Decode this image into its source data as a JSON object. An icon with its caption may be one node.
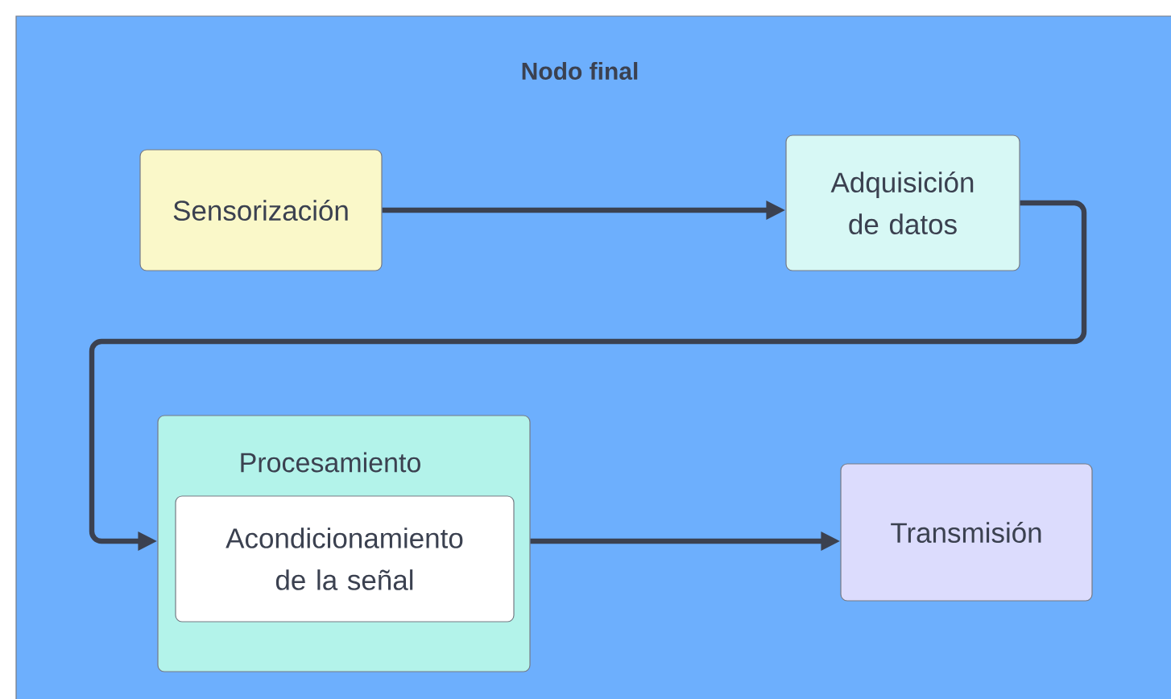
{
  "diagram": {
    "nodes": [
      {
        "text": [
          "Nodo final"
        ]
      },
      {
        "text": [
          "Sensorización"
        ],
        "in": 0
      },
      {
        "text": [
          "Adquisición de datos"
        ],
        "in": 0
      },
      {
        "text": [
          "Procesamiento"
        ],
        "in": 0
      },
      {
        "text": [
          "Acondicionamiento de la señal"
        ],
        "in": 3
      },
      {
        "text": [
          "Transmisión"
        ],
        "in": 0
      }
    ],
    "edges": [
      {
        "from": 1,
        "to": 2,
        "arrow": "to"
      },
      {
        "from": 2,
        "to": 3,
        "arrow": "to"
      },
      {
        "from": 3,
        "to": 5,
        "arrow": "to"
      }
    ]
  }
}
